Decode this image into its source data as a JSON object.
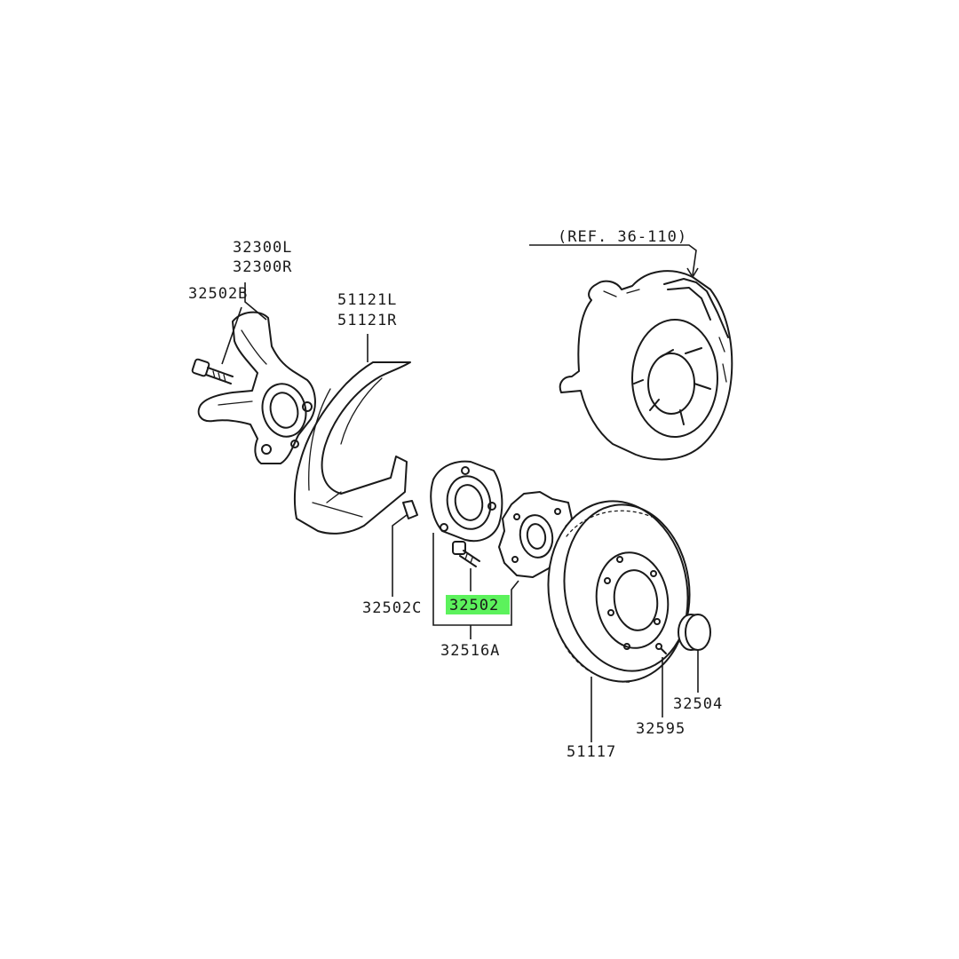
{
  "diagram": {
    "labels": {
      "knuckle_l": "32300L",
      "knuckle_r": "32300R",
      "bolt_b": "32502B",
      "shield_l": "51121L",
      "shield_r": "51121R",
      "ref": "(REF. 36-110)",
      "bolt_c": "32502C",
      "hub_bolt": "32502",
      "hub_assy": "32516A",
      "rotor": "51117",
      "cap": "32504",
      "screw": "32595"
    },
    "highlight_color": "#5cf25c",
    "line_color": "#1a1a1a"
  }
}
